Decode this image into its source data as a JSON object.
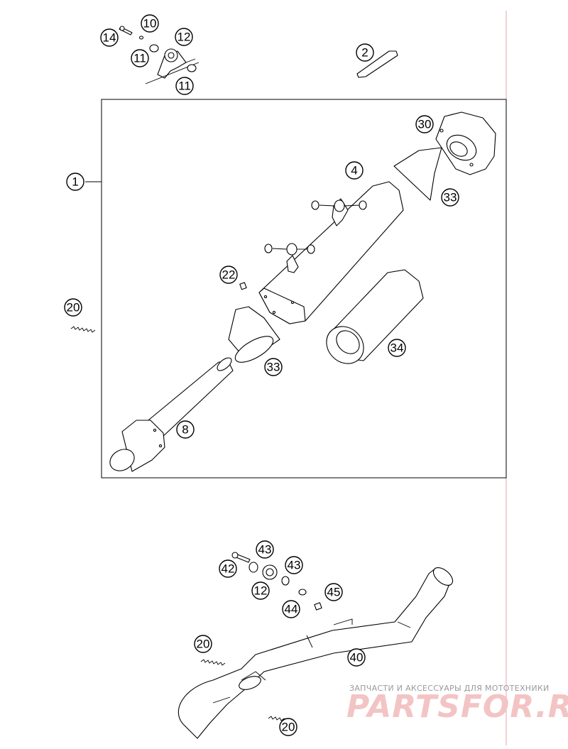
{
  "callouts": [
    {
      "id": "c-14a",
      "label": "14"
    },
    {
      "id": "c-10",
      "label": "10"
    },
    {
      "id": "c-12a",
      "label": "12"
    },
    {
      "id": "c-11a",
      "label": "11"
    },
    {
      "id": "c-11b",
      "label": "11"
    },
    {
      "id": "c-2",
      "label": "2"
    },
    {
      "id": "c-1",
      "label": "1"
    },
    {
      "id": "c-30",
      "label": "30"
    },
    {
      "id": "c-4",
      "label": "4"
    },
    {
      "id": "c-33a",
      "label": "33"
    },
    {
      "id": "c-22",
      "label": "22"
    },
    {
      "id": "c-20a",
      "label": "20"
    },
    {
      "id": "c-33b",
      "label": "33"
    },
    {
      "id": "c-34",
      "label": "34"
    },
    {
      "id": "c-8",
      "label": "8"
    },
    {
      "id": "c-43a",
      "label": "43"
    },
    {
      "id": "c-42",
      "label": "42"
    },
    {
      "id": "c-43b",
      "label": "43"
    },
    {
      "id": "c-12b",
      "label": "12"
    },
    {
      "id": "c-45",
      "label": "45"
    },
    {
      "id": "c-44",
      "label": "44"
    },
    {
      "id": "c-20b",
      "label": "20"
    },
    {
      "id": "c-40",
      "label": "40"
    },
    {
      "id": "c-20c",
      "label": "20"
    }
  ],
  "watermark": {
    "caption": "ЗАПЧАСТИ И АКСЕССУАРЫ ДЛЯ МОТОТЕХНИКИ",
    "logo": "PARTSFOR.RU"
  },
  "colors": {
    "line": "#000000",
    "frame_edge": "#e8a0a8",
    "watermark_logo": "#f3c4c4",
    "watermark_caption": "#9a9a9a"
  }
}
